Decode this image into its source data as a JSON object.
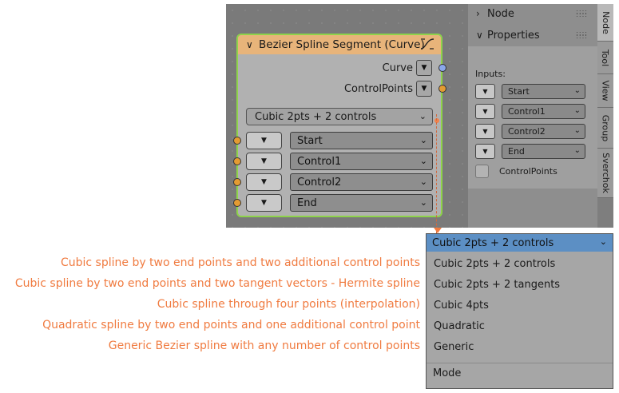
{
  "node": {
    "title": "Bezier Spline Segment (Curve)",
    "collapse_icon": "chevron-down-icon",
    "header_icon": "curve-icon",
    "outputs": [
      {
        "label": "Curve",
        "socket_color": "#8aa7ea"
      },
      {
        "label": "ControlPoints",
        "socket_color": "#e49b33"
      }
    ],
    "mode_value": "Cubic 2pts + 2 controls",
    "inputs": [
      {
        "label": "Start"
      },
      {
        "label": "Control1"
      },
      {
        "label": "Control2"
      },
      {
        "label": "End"
      }
    ],
    "header_color": "#e8b47a",
    "border_color": "#8ed34a"
  },
  "side_panel": {
    "node_header": "Node",
    "properties_header": "Properties",
    "inputs_label": "Inputs:",
    "inputs": [
      {
        "label": "Start"
      },
      {
        "label": "Control1"
      },
      {
        "label": "Control2"
      },
      {
        "label": "End"
      }
    ],
    "checkbox_label": "ControlPoints"
  },
  "tabs": [
    "Node",
    "Tool",
    "View",
    "Group",
    "Sverchok"
  ],
  "dropdown": {
    "selected": "Cubic 2pts + 2 controls",
    "items": [
      {
        "label": "Cubic 2pts + 2 controls",
        "description": "Cubic spline by two end points and two additional control points"
      },
      {
        "label": "Cubic 2pts + 2 tangents",
        "description": "Cubic spline by two end points and two tangent vectors - Hermite spline"
      },
      {
        "label": "Cubic 4pts",
        "description": "Cubic spline through four points (interpolation)"
      },
      {
        "label": "Quadratic",
        "description": "Quadratic spline by two end points and one additional control point"
      },
      {
        "label": "Generic",
        "description": "Generic Bezier spline with any number of control points"
      }
    ],
    "title": "Mode",
    "highlight_color": "#5c8fc4"
  },
  "annotation_color": "#f07b40"
}
